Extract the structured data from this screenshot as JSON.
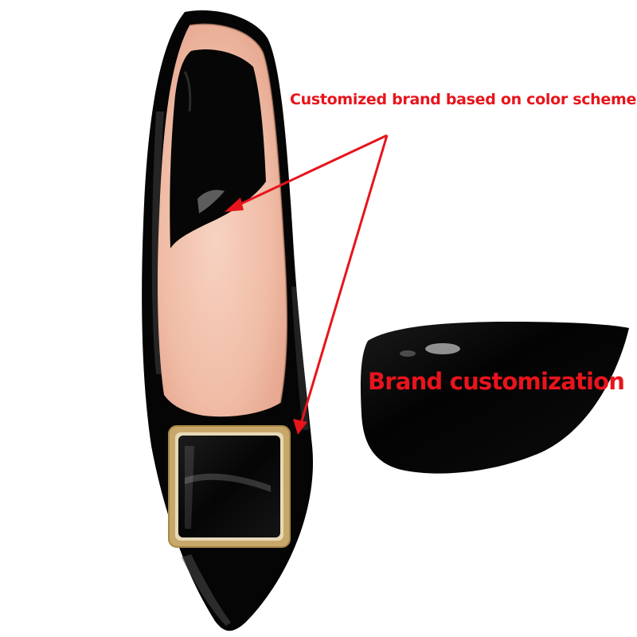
{
  "annotations": {
    "top_caption": "Customized brand based on color scheme",
    "insole_caption": "Brand customization"
  },
  "colors": {
    "annotation_red": "#e8141c",
    "patent_black": "#050505",
    "lining_pink": "#f2c3ad",
    "buckle_gold": "#c8a86a"
  },
  "icons": [
    "red-arrow-to-insole",
    "red-arrow-to-buckle"
  ]
}
